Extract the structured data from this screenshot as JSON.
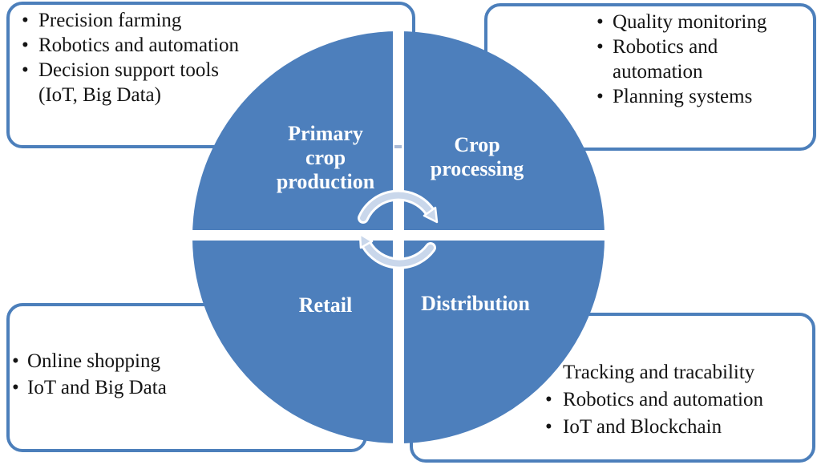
{
  "colors": {
    "circle_blue": "#4d7fbc",
    "box_border_blue": "#4c7fbb",
    "arrow_fill": "#c9d7eb",
    "arrow_outline": "#ffffff",
    "bullet_text": "#141414",
    "quadrant_label": "#ffffff",
    "page_bg": "#ffffff"
  },
  "cycle": {
    "direction": "clockwise",
    "center_icon": "cycle-arrows-icon",
    "quadrants": {
      "primary": {
        "label": "Primary crop production",
        "lines": [
          "Primary",
          "crop",
          "production"
        ]
      },
      "processing": {
        "label": "Crop processing",
        "lines": [
          "Crop",
          "processing"
        ]
      },
      "retail": {
        "label": "Retail",
        "lines": [
          "Retail"
        ]
      },
      "distribution": {
        "label": "Distribution",
        "lines": [
          "Distribution"
        ]
      }
    }
  },
  "callouts": {
    "primary": {
      "items": [
        {
          "bullet": "•",
          "text": "Precision farming"
        },
        {
          "bullet": "•",
          "text": "Robotics and automation"
        },
        {
          "bullet": "•",
          "text": "Decision support tools"
        },
        {
          "bullet": "",
          "text": "(IoT, Big Data)"
        }
      ]
    },
    "processing": {
      "items": [
        {
          "bullet": "•",
          "text": "Quality monitoring"
        },
        {
          "bullet": "•",
          "text": "Robotics and"
        },
        {
          "bullet": "",
          "text": "automation"
        },
        {
          "bullet": "•",
          "text": "Planning systems"
        }
      ]
    },
    "retail": {
      "items": [
        {
          "bullet": "•",
          "text": "Online shopping"
        },
        {
          "bullet": "•",
          "text": "IoT and Big Data"
        }
      ]
    },
    "distribution": {
      "items": [
        {
          "bullet": "",
          "text": "Tracking and tracability"
        },
        {
          "bullet": "•",
          "text": "Robotics and automation"
        },
        {
          "bullet": "•",
          "text": "IoT and Blockchain"
        }
      ]
    }
  }
}
